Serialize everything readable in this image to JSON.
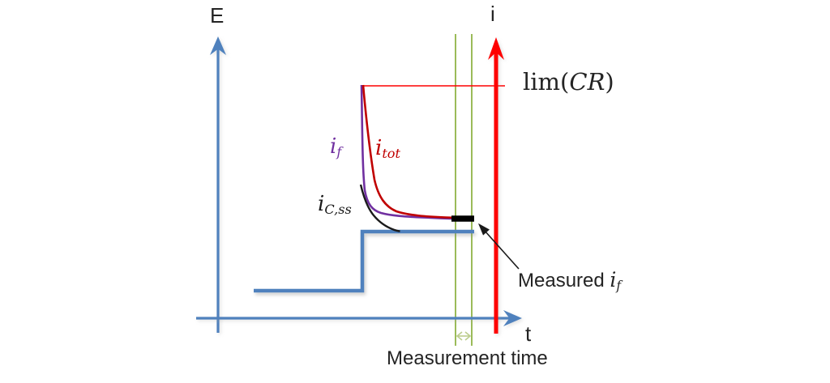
{
  "figure": {
    "type": "schematic-diagram",
    "subject": "potential-step with current decay and sampled-current measurement window"
  },
  "colors": {
    "axis-blue": "#4f81bd",
    "axis-red": "#fe0000",
    "curve-red": "#c00000",
    "curve-purple": "#7030a0",
    "curve-black": "#1a1a1a",
    "guide-green": "#9bbb59",
    "guide-green-light": "#bccd8e",
    "text": "#242424"
  },
  "axes": {
    "left_label": "E",
    "right_label": "i",
    "x_label": "t"
  },
  "annotations": {
    "limit": {
      "pre": "lim(",
      "var": "CR",
      "post": ")"
    },
    "i_f": {
      "base": "i",
      "sub": "f"
    },
    "i_tot": {
      "base": "i",
      "sub": "tot"
    },
    "i_css": {
      "base": "i",
      "sub": "C,ss"
    },
    "measured": {
      "prefix": "Measured ",
      "base": "i",
      "sub": "f"
    },
    "measurement_time": "Measurement time"
  },
  "curves": [
    {
      "key": "i_f",
      "color": "#7030a0"
    },
    {
      "key": "i_tot",
      "color": "#c00000"
    },
    {
      "key": "i_C,ss",
      "color": "#1a1a1a"
    }
  ]
}
